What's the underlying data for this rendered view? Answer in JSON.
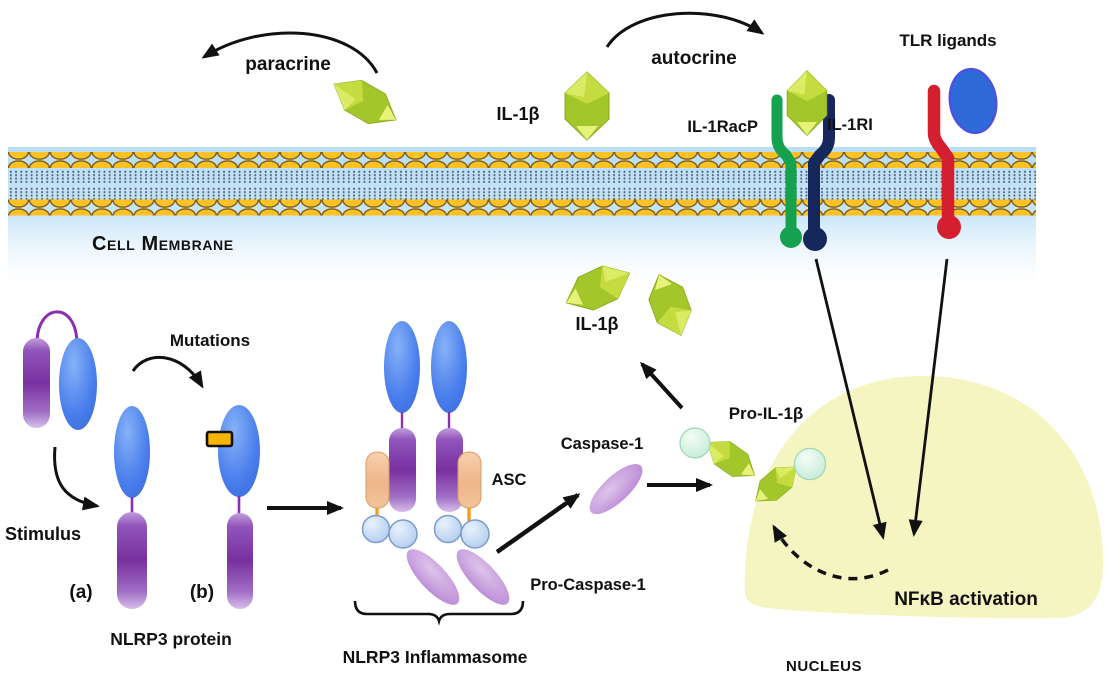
{
  "diagram": "NLRP3 inflammasome signalling pathway",
  "labels": {
    "paracrine": "paracrine",
    "autocrine": "autocrine",
    "il1b_top": "IL-1β",
    "tlr_ligands": "TLR ligands",
    "il1racp": "IL-1RacP",
    "il1ri": "IL-1RI",
    "cell_membrane": "Cell Membrane",
    "mutations": "Mutations",
    "stimulus": "Stimulus",
    "a_label": "(a)",
    "b_label": "(b)",
    "nlrp3_protein": "NLRP3 protein",
    "asc": "ASC",
    "caspase1": "Caspase-1",
    "pro_caspase1": "Pro-Caspase-1",
    "nlrp3_inflammasome": "NLRP3 Inflammasome",
    "il1b_mid": "IL-1β",
    "pro_il1b": "Pro-IL-1β",
    "nfkb_activation": "NFκB activation",
    "nucleus": "NUCLEUS"
  },
  "colors": {
    "il1b_gem": "#A3C62A",
    "gem_facet": "#C4DC40",
    "gem_bright": "#E6F279",
    "membrane_head": "#FFC125",
    "membrane_bg": "#C2E1F7",
    "receptor_il1racp": "#16A14E",
    "receptor_il1ri": "#16275C",
    "receptor_tlr": "#D31F2F",
    "tlr_ligand": "#2E6BD8",
    "nucleus_fill": "#F5F5C1",
    "nlrp3_domain_blue": "#4A7EEC",
    "nlrp3_domain_purple": "#7A35A5",
    "asc_peach": "#EFB58B",
    "caspase_lavender": "#B57FD2",
    "pro_il1b_sphere": "#BFE9D4",
    "mutation_marker": "#F7B500",
    "arrow": "#111111"
  }
}
